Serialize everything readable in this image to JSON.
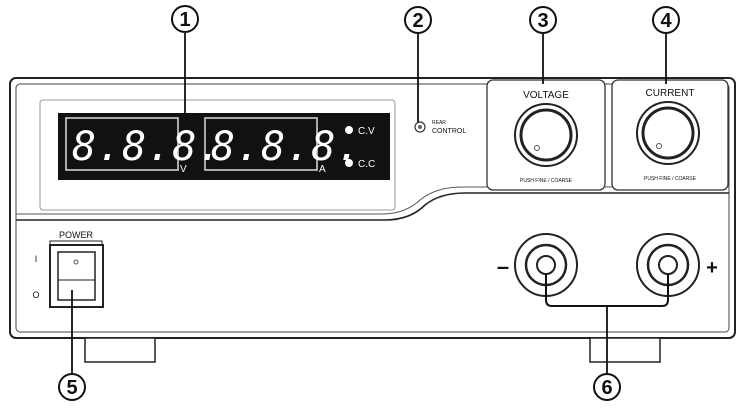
{
  "callouts": [
    "1",
    "2",
    "3",
    "4",
    "5",
    "6"
  ],
  "display": {
    "voltage_reading": "8.8.8.",
    "voltage_unit": "V",
    "current_reading": "8.8.8.",
    "current_unit": "A",
    "cv_label": "C.V",
    "cc_label": "C.C"
  },
  "remote_control": {
    "label_top": "REAR",
    "label_bottom": "CONTROL"
  },
  "voltage_knob": {
    "title": "VOLTAGE",
    "caption": "PUSH   FINE / COARSE"
  },
  "current_knob": {
    "title": "CURRENT",
    "caption": "PUSH   FINE / COARSE"
  },
  "power": {
    "title": "POWER",
    "on_mark": "I",
    "off_mark": "O"
  },
  "terminals": {
    "negative": "–",
    "positive": "+"
  }
}
